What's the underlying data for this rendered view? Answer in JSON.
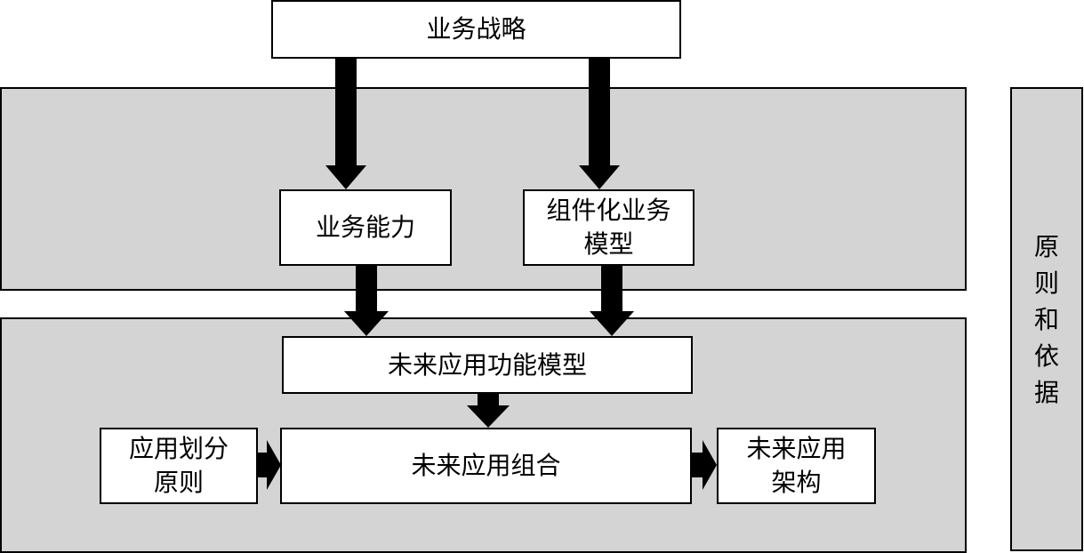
{
  "nodes": {
    "strategy": "业务战略",
    "capability": "业务能力",
    "component_model": "组件化业务\n模型",
    "func_model": "未来应用功能模型",
    "partition": "应用划分\n原则",
    "portfolio": "未来应用组合",
    "architecture": "未来应用\n架构"
  },
  "side_label": [
    "原",
    "则",
    "和",
    "依",
    "据"
  ],
  "colors": {
    "panel_fill": "#d4d4d4",
    "box_fill": "#ffffff",
    "stroke": "#000000"
  }
}
